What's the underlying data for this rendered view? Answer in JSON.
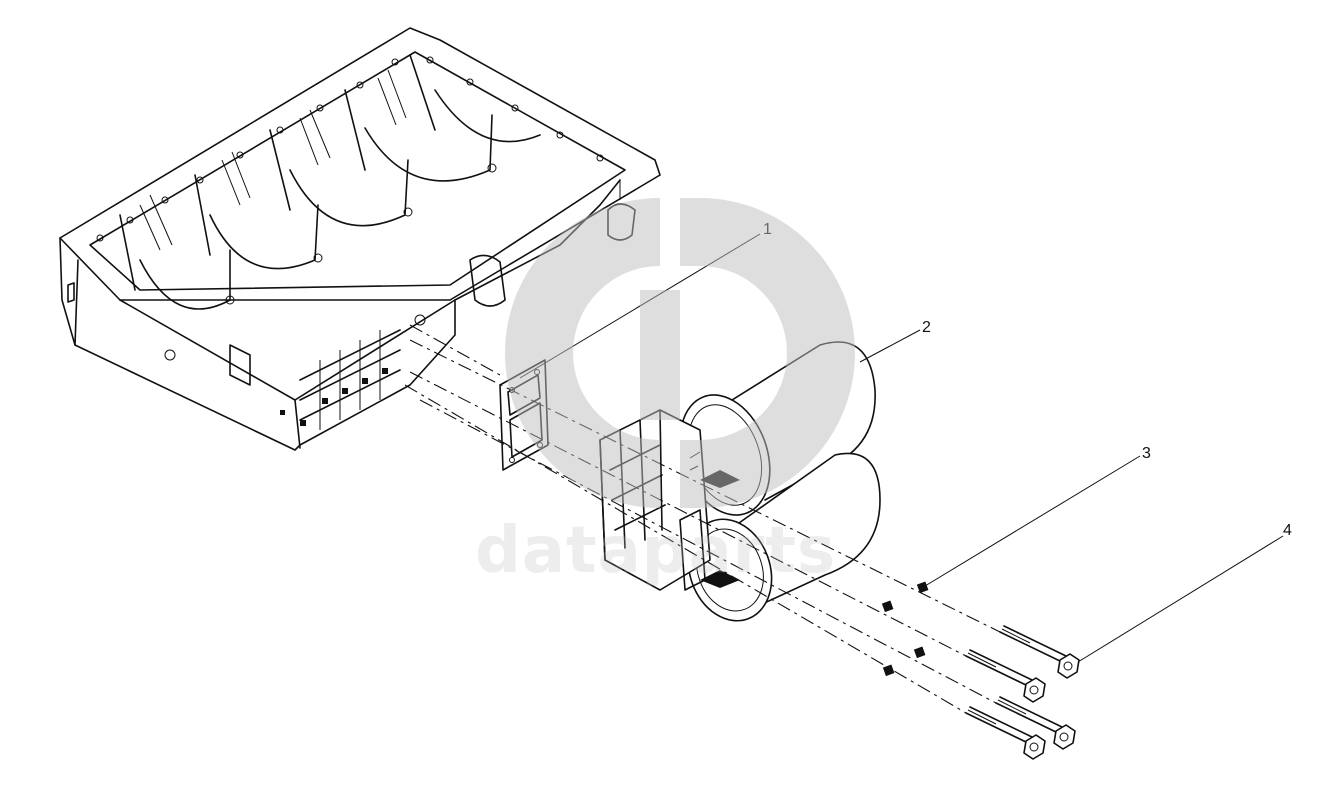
{
  "callouts": [
    {
      "number": "1"
    },
    {
      "number": "2"
    },
    {
      "number": "3"
    },
    {
      "number": "4"
    }
  ],
  "watermark": {
    "text": "dataparts",
    "color": "#bdbdbd"
  }
}
